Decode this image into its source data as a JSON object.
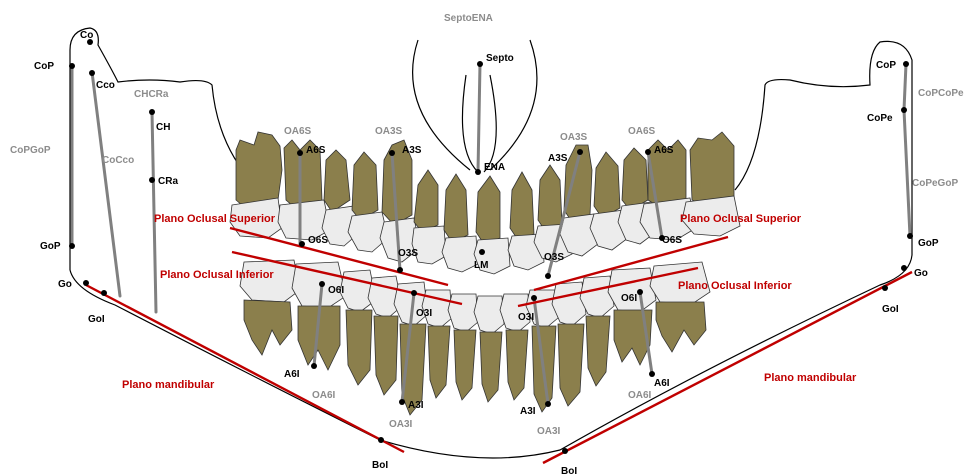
{
  "colors": {
    "tooth": "#8b7f4c",
    "crown": "#ececec",
    "axis": "#808080",
    "plane": "#c00000",
    "label_gray": "#8c8c8c"
  },
  "labels": {
    "septo_ena": "SeptoENA",
    "septo": "Septo",
    "ena": "ENA",
    "co": "Co",
    "cop_left": "CoP",
    "cco": "Cco",
    "chcra": "CHCRa",
    "ch": "CH",
    "cra": "CRa",
    "copgop": "CoPGoP",
    "cocco": "CoCco",
    "gop_left": "GoP",
    "go_left": "Go",
    "goi_left": "GoI",
    "oa6s_left": "OA6S",
    "a6s_left": "A6S",
    "oa3s_left": "OA3S",
    "a3s_left": "A3S",
    "o6s_left": "O6S",
    "o3s_left": "O3S",
    "lm": "LM",
    "o6i_left": "O6I",
    "o3i_left": "O3I",
    "a6i_left": "A6I",
    "oa6i_left": "OA6I",
    "a3i_left": "A3I",
    "oa3i_left": "OA3I",
    "boi_left": "BoI",
    "oa3s_right": "OA3S",
    "oa6s_right": "OA6S",
    "a3s_right": "A3S",
    "a6s_right": "A6S",
    "o3s_right": "O3S",
    "o6s_right": "O6S",
    "o3i_right": "O3I",
    "o6i_right": "O6I",
    "a6i_right": "A6I",
    "oa6i_right": "OA6I",
    "a3i_right": "A3I",
    "oa3i_right": "OA3I",
    "boi_right": "BoI",
    "cop_right": "CoP",
    "copcope": "CoPCoPe",
    "cope": "CoPe",
    "copegop": "CoPeGoP",
    "gop_right": "GoP",
    "go_right": "Go",
    "goi_right": "GoI",
    "plano_oclusal_superior_left": "Plano Oclusal Superior",
    "plano_oclusal_superior_right": "Plano Oclusal Superior",
    "plano_oclusal_inferior_left": "Plano Oclusal Inferior",
    "plano_oclusal_inferior_right": "Plano Oclusal Inferior",
    "plano_mandibular_left": "Plano mandibular",
    "plano_mandibular_right": "Plano mandibular"
  }
}
